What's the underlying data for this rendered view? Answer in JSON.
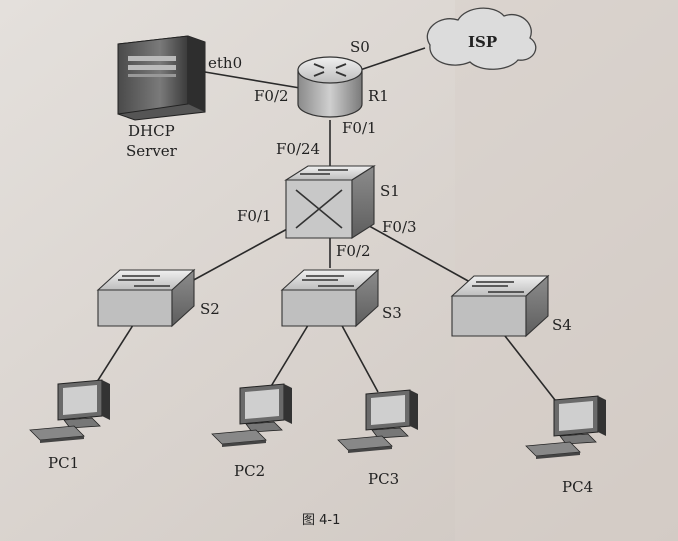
{
  "diagram": {
    "caption": "图 4-1",
    "isp": {
      "label": "ISP"
    },
    "router": {
      "label": "R1",
      "port_s0": "S0",
      "port_f02": "F0/2",
      "port_f01": "F0/1"
    },
    "dhcp_server": {
      "label_line1": "DHCP",
      "label_line2": "Server",
      "port": "eth0"
    },
    "s1": {
      "label": "S1",
      "port_f024": "F0/24",
      "port_f01": "F0/1",
      "port_f02": "F0/2",
      "port_f03": "F0/3"
    },
    "s2": {
      "label": "S2"
    },
    "s3": {
      "label": "S3"
    },
    "s4": {
      "label": "S4"
    },
    "pcs": [
      {
        "label": "PC1"
      },
      {
        "label": "PC2"
      },
      {
        "label": "PC3"
      },
      {
        "label": "PC4"
      }
    ]
  }
}
